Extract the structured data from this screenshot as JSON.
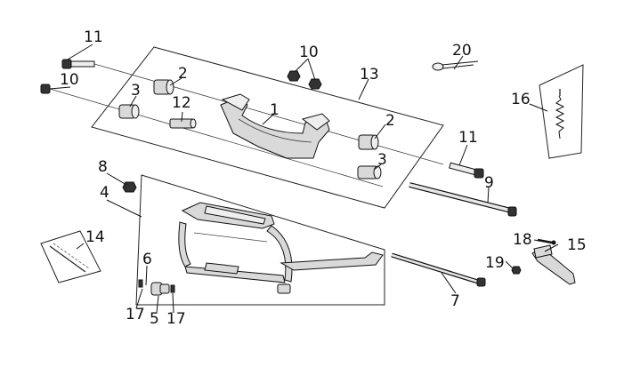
{
  "diagram": {
    "callouts": [
      "1",
      "2",
      "2",
      "3",
      "3",
      "4",
      "5",
      "6",
      "7",
      "8",
      "9",
      "10",
      "10",
      "11",
      "11",
      "12",
      "13",
      "14",
      "15",
      "16",
      "17",
      "17",
      "18",
      "19",
      "20"
    ]
  }
}
